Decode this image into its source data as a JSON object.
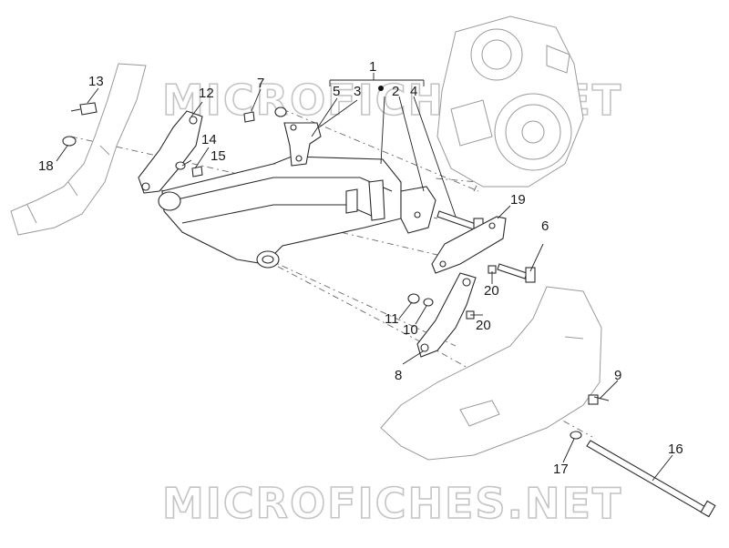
{
  "watermark": "MICROFICHES.NET",
  "group": {
    "label": "1",
    "sub_labels": [
      "5",
      "3",
      "2",
      "4"
    ]
  },
  "callouts": [
    {
      "id": "c13",
      "label": "13"
    },
    {
      "id": "c12",
      "label": "12"
    },
    {
      "id": "c7",
      "label": "7"
    },
    {
      "id": "c14",
      "label": "14"
    },
    {
      "id": "c15",
      "label": "15"
    },
    {
      "id": "c18",
      "label": "18"
    },
    {
      "id": "c19",
      "label": "19"
    },
    {
      "id": "c6",
      "label": "6"
    },
    {
      "id": "c20a",
      "label": "20"
    },
    {
      "id": "c20b",
      "label": "20"
    },
    {
      "id": "c11",
      "label": "11"
    },
    {
      "id": "c10",
      "label": "10"
    },
    {
      "id": "c8",
      "label": "8"
    },
    {
      "id": "c9",
      "label": "9"
    },
    {
      "id": "c16",
      "label": "16"
    },
    {
      "id": "c17",
      "label": "17"
    }
  ]
}
